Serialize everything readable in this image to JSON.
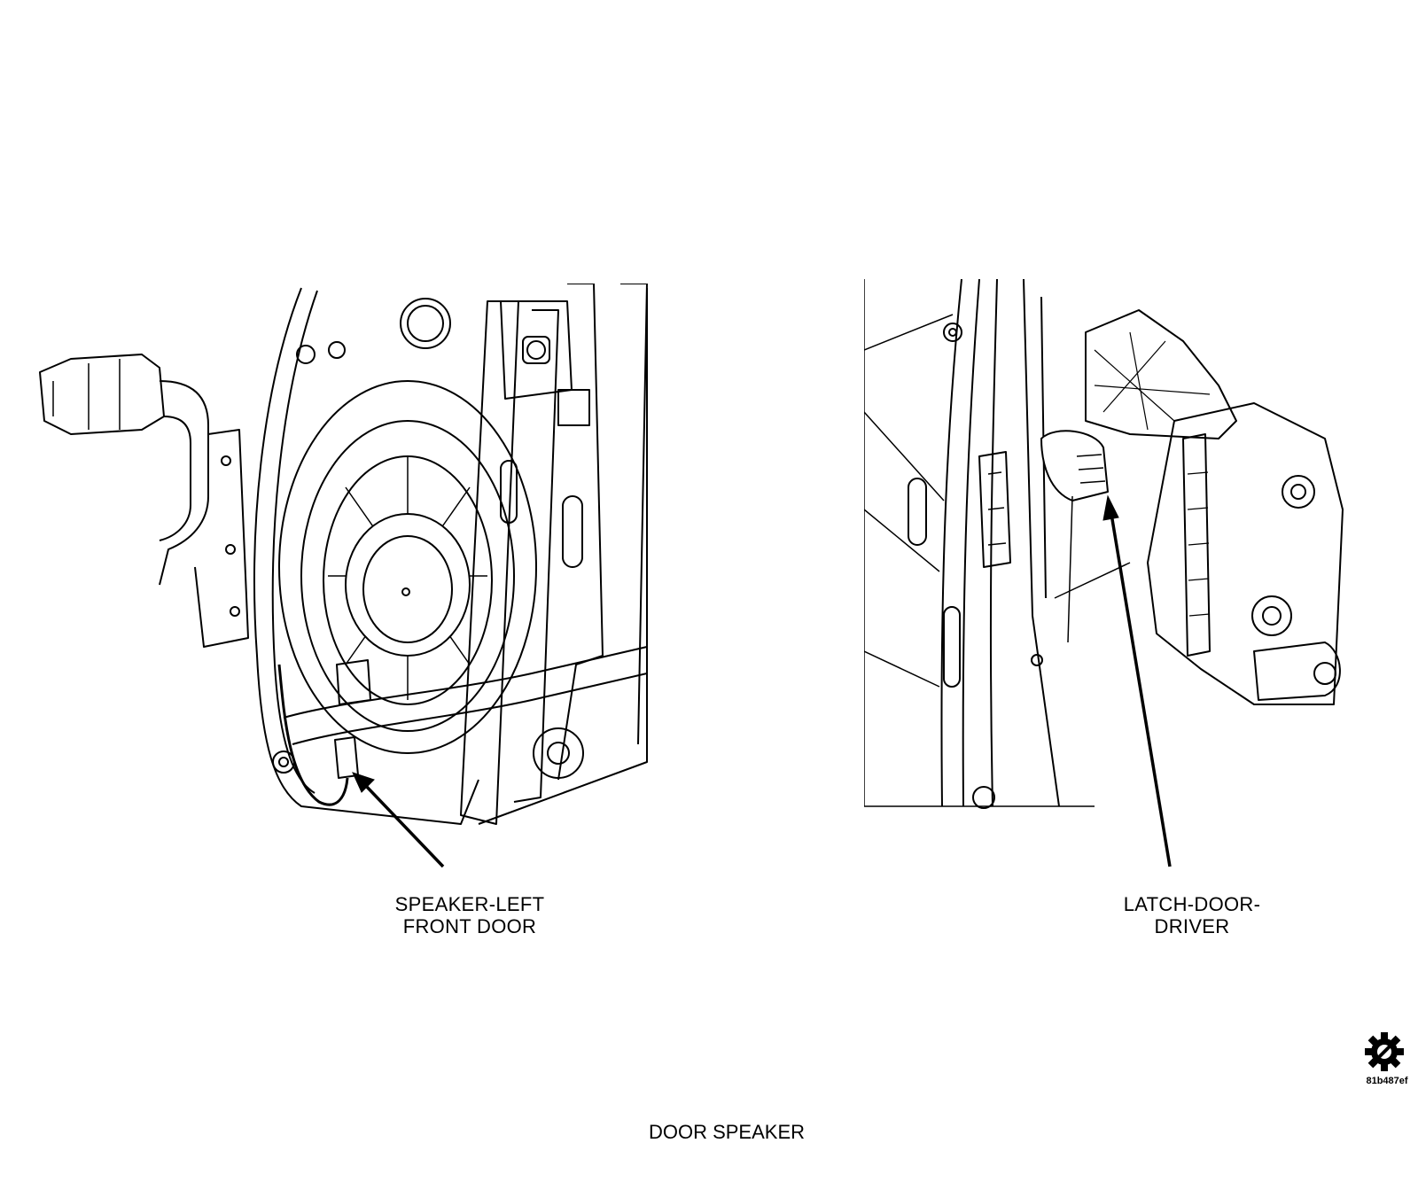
{
  "diagram": {
    "caption": "DOOR SPEAKER",
    "reference_code": "81b487ef",
    "callouts": [
      {
        "label": "SPEAKER-LEFT\nFRONT DOOR"
      },
      {
        "label": "LATCH-DOOR-\nDRIVER"
      }
    ],
    "icons": {
      "service_mark": "gear-slash-icon"
    },
    "colors": {
      "line": "#000000",
      "background": "#ffffff"
    }
  }
}
